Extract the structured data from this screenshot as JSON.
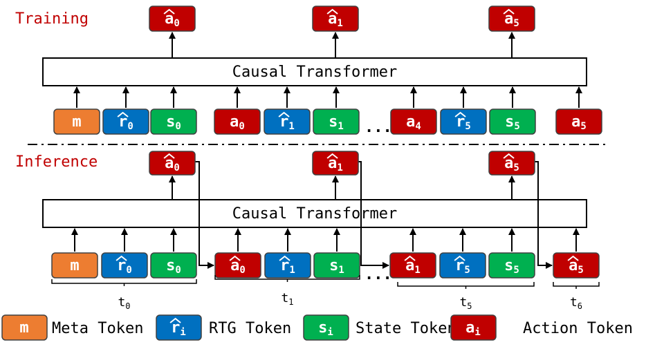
{
  "colors": {
    "meta": "#ED7D31",
    "rtg": "#0070C0",
    "state": "#00B050",
    "action": "#C00000",
    "section_label": "#C00000",
    "border": "#404040"
  },
  "training": {
    "label": "Training",
    "transformer_label": "Causal Transformer",
    "outputs": [
      {
        "base": "a",
        "hat": true,
        "sub": "0"
      },
      {
        "base": "a",
        "hat": true,
        "sub": "1"
      },
      {
        "base": "a",
        "hat": true,
        "sub": "5"
      }
    ],
    "inputs": [
      {
        "kind": "meta",
        "base": "m",
        "hat": false,
        "sub": ""
      },
      {
        "kind": "rtg",
        "base": "r",
        "hat": true,
        "sub": "0"
      },
      {
        "kind": "state",
        "base": "s",
        "hat": false,
        "sub": "0"
      },
      {
        "kind": "action",
        "base": "a",
        "hat": false,
        "sub": "0"
      },
      {
        "kind": "rtg",
        "base": "r",
        "hat": true,
        "sub": "1"
      },
      {
        "kind": "state",
        "base": "s",
        "hat": false,
        "sub": "1"
      },
      {
        "kind": "action",
        "base": "a",
        "hat": false,
        "sub": "4"
      },
      {
        "kind": "rtg",
        "base": "r",
        "hat": true,
        "sub": "5"
      },
      {
        "kind": "state",
        "base": "s",
        "hat": false,
        "sub": "5"
      },
      {
        "kind": "action",
        "base": "a",
        "hat": false,
        "sub": "5"
      }
    ],
    "ellipsis": "..."
  },
  "inference": {
    "label": "Inference",
    "transformer_label": "Causal Transformer",
    "outputs": [
      {
        "base": "a",
        "hat": true,
        "sub": "0"
      },
      {
        "base": "a",
        "hat": true,
        "sub": "1"
      },
      {
        "base": "a",
        "hat": true,
        "sub": "5"
      }
    ],
    "inputs": [
      {
        "kind": "meta",
        "base": "m",
        "hat": false,
        "sub": ""
      },
      {
        "kind": "rtg",
        "base": "r",
        "hat": true,
        "sub": "0"
      },
      {
        "kind": "state",
        "base": "s",
        "hat": false,
        "sub": "0"
      },
      {
        "kind": "action",
        "base": "a",
        "hat": true,
        "sub": "0"
      },
      {
        "kind": "rtg",
        "base": "r",
        "hat": true,
        "sub": "1"
      },
      {
        "kind": "state",
        "base": "s",
        "hat": false,
        "sub": "1"
      },
      {
        "kind": "action",
        "base": "a",
        "hat": true,
        "sub": "1"
      },
      {
        "kind": "rtg",
        "base": "r",
        "hat": true,
        "sub": "5"
      },
      {
        "kind": "state",
        "base": "s",
        "hat": false,
        "sub": "5"
      },
      {
        "kind": "action",
        "base": "a",
        "hat": true,
        "sub": "5"
      }
    ],
    "ellipsis": "...",
    "timesteps": [
      {
        "base": "t",
        "sub": "0"
      },
      {
        "base": "t",
        "sub": "1"
      },
      {
        "base": "t",
        "sub": "5"
      },
      {
        "base": "t",
        "sub": "6"
      }
    ]
  },
  "legend": [
    {
      "kind": "meta",
      "base": "m",
      "hat": false,
      "sub": "",
      "label": "Meta Token"
    },
    {
      "kind": "rtg",
      "base": "r",
      "hat": true,
      "sub": "i",
      "label": "RTG Token"
    },
    {
      "kind": "state",
      "base": "s",
      "hat": false,
      "sub": "i",
      "label": "State Token"
    },
    {
      "kind": "action",
      "base": "a",
      "hat": false,
      "sub": "i",
      "label": "Action Token"
    }
  ]
}
